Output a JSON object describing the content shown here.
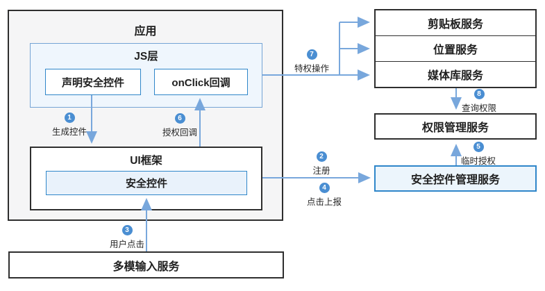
{
  "nodes": {
    "app": {
      "label": "应用"
    },
    "js_layer": {
      "label": "JS层"
    },
    "declare_control": {
      "label": "声明安全控件"
    },
    "onclick_callback": {
      "label": "onClick回调"
    },
    "ui_framework": {
      "label": "UI框架"
    },
    "security_control": {
      "label": "安全控件"
    },
    "multimodal_input": {
      "label": "多模输入服务"
    },
    "clipboard_service": {
      "label": "剪贴板服务"
    },
    "location_service": {
      "label": "位置服务"
    },
    "media_library_service": {
      "label": "媒体库服务"
    },
    "permission_mgmt_service": {
      "label": "权限管理服务"
    },
    "security_control_mgmt_service": {
      "label": "安全控件管理服务"
    }
  },
  "steps": [
    {
      "num": "1",
      "label": "生成控件"
    },
    {
      "num": "2",
      "label": "注册"
    },
    {
      "num": "3",
      "label": "用户点击"
    },
    {
      "num": "4",
      "label": "点击上报"
    },
    {
      "num": "5",
      "label": "临时授权"
    },
    {
      "num": "6",
      "label": "授权回调"
    },
    {
      "num": "7",
      "label": "特权操作"
    },
    {
      "num": "8",
      "label": "查询权限"
    }
  ],
  "colors": {
    "arrow": "#78a7dc",
    "step_badge": "#4a8ed2",
    "dark_border": "#2e2e2e",
    "blue_border": "#2e86c9",
    "js_layer_fill": "#eff6fd",
    "security_control_fill": "#e9f2fb",
    "mgmt_service_fill": "#ecf5fc",
    "app_fill": "#f5f5f6"
  }
}
